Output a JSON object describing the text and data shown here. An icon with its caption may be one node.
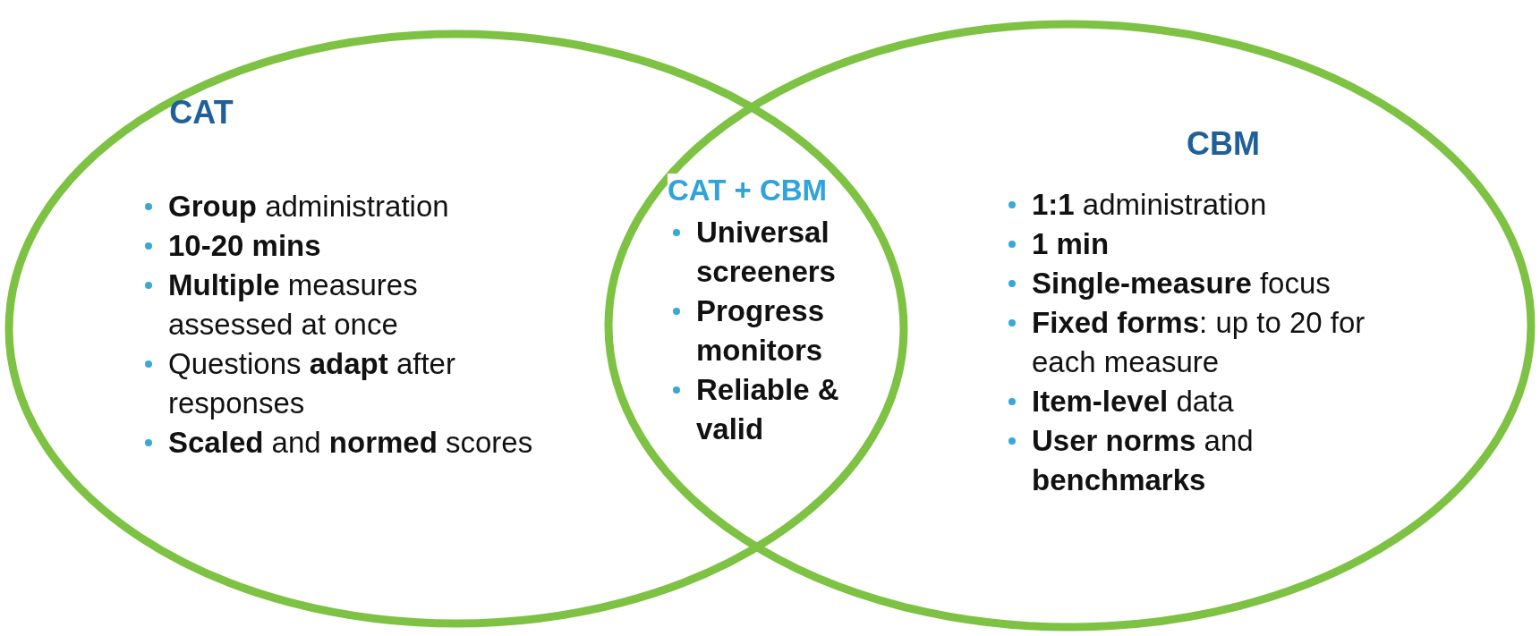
{
  "diagram": {
    "nodes": [
      {
        "text": [
          "CAT",
          "**Group** administration",
          "10-20 mins",
          "**Multiple** measures assessed at once",
          "Questions **adapt** after responses",
          "**Scaled** and **normed** scores"
        ]
      },
      {
        "text": [
          "CBM",
          "**1:1** administration",
          "1 min",
          "**Single-measure** focus",
          "**Fixed forms**: up to 20 for each measure",
          "**Item-level** data",
          "**User norms** and **benchmarks**"
        ]
      },
      {
        "text": [
          "CAT + CBM",
          "Universal screeners",
          "Progress monitors",
          "Reliable & valid"
        ]
      }
    ]
  }
}
